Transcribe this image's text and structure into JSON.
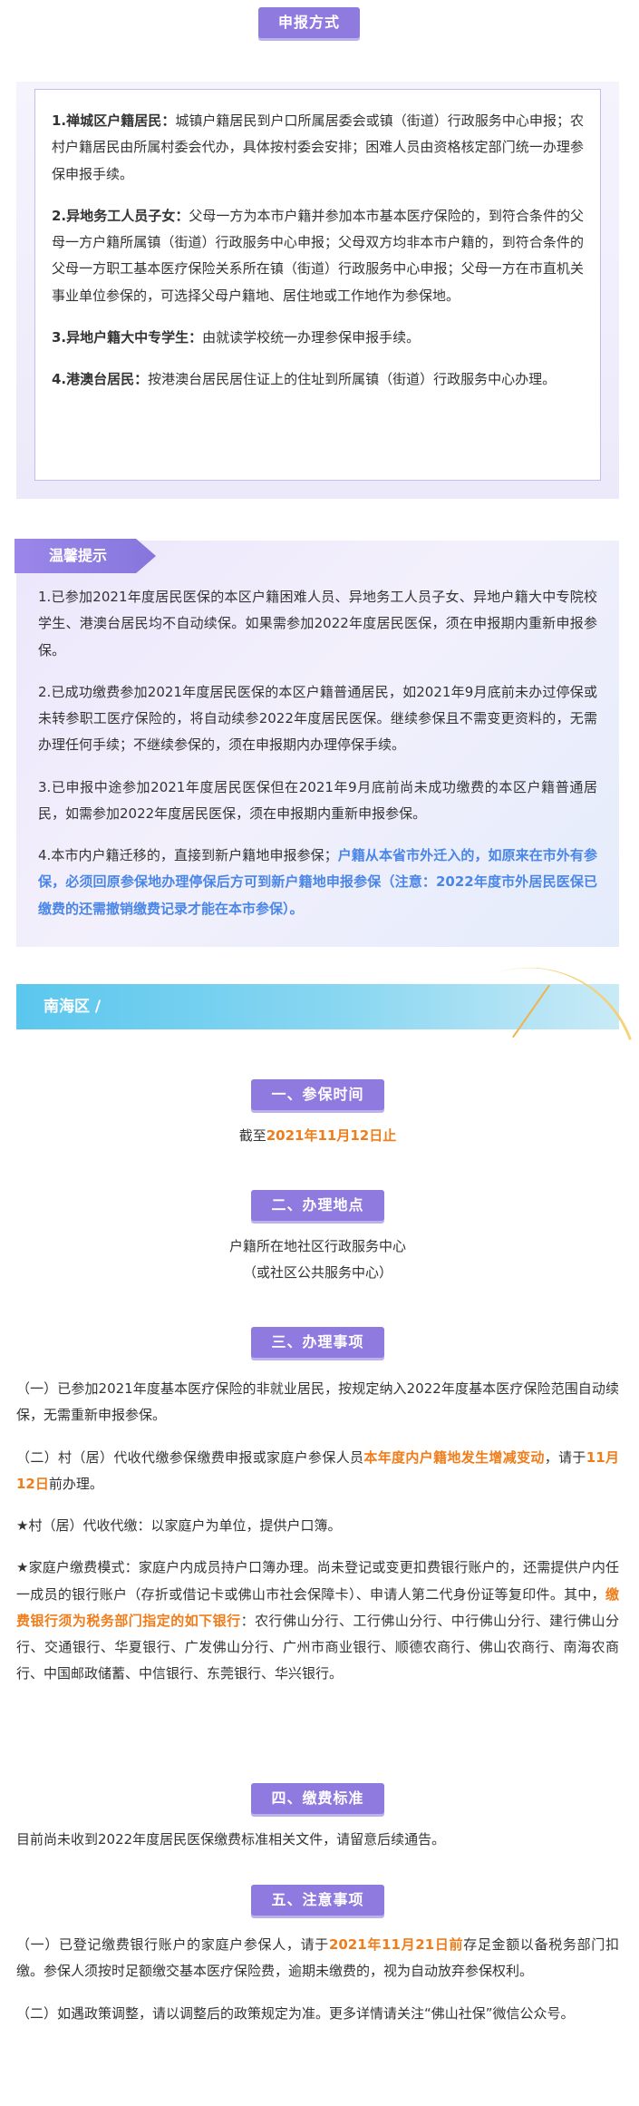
{
  "declare": {
    "title": "申报方式",
    "items": [
      {
        "label": "1.禅城区户籍居民：",
        "text": "城镇户籍居民到户口所属居委会或镇（街道）行政服务中心申报；农村户籍居民由所属村委会代办，具体按村委会安排；困难人员由资格核定部门统一办理参保申报手续。"
      },
      {
        "label": "2.异地务工人员子女：",
        "text": "父母一方为本市户籍并参加本市基本医疗保险的，到符合条件的父母一方户籍所属镇（街道）行政服务中心申报；父母双方均非本市户籍的，到符合条件的父母一方职工基本医疗保险关系所在镇（街道）行政服务中心申报；父母一方在市直机关事业单位参保的，可选择父母户籍地、居住地或工作地作为参保地。"
      },
      {
        "label": "3.异地户籍大中专学生：",
        "text": "由就读学校统一办理参保申报手续。"
      },
      {
        "label": "4.港澳台居民：",
        "text": "按港澳台居民居住证上的住址到所属镇（街道）行政服务中心办理。"
      }
    ]
  },
  "tips": {
    "title": "温馨提示",
    "p1": "1.已参加2021年度居民医保的本区户籍困难人员、异地务工人员子女、异地户籍大中专院校学生、港澳台居民均不自动续保。如果需参加2022年度居民医保，须在申报期内重新申报参保。",
    "p2": "2.已成功缴费参加2021年度居民医保的本区户籍普通居民，如2021年9月底前未办过停保或未转参职工医疗保险的，将自动续参2022年度居民医保。继续参保且不需变更资料的，无需办理任何手续；不继续参保的，须在申报期内办理停保手续。",
    "p3": "3.已申报中途参加2021年度居民医保但在2021年9月底前尚未成功缴费的本区户籍普通居民，如需参加2022年度居民医保，须在申报期内重新申报参保。",
    "p4_plain": "4.本市内户籍迁移的，直接到新户籍地申报参保；",
    "p4_blue": "户籍从本省市外迁入的，如原来在市外有参保，必须回原参保地办理停保后方可到新户籍地申报参保（注意：2022年度市外居民医保已缴费的还需撤销缴费记录才能在本市参保）。"
  },
  "area": {
    "name": "南海区 /"
  },
  "s1": {
    "title": "一、参保时间",
    "prefix": "截至",
    "date": "2021年11月12日止"
  },
  "s2": {
    "title": "二、办理地点",
    "line1": "户籍所在地社区行政服务中心",
    "line2": "（或社区公共服务中心）"
  },
  "s3": {
    "title": "三、办理事项",
    "p1": "（一）已参加2021年度基本医疗保险的非就业居民，按规定纳入2022年度基本医疗保险范围自动续保，无需重新申报参保。",
    "p2_a": "（二）村（居）代收代缴参保缴费申报或家庭户参保人员",
    "p2_hl": "本年度内户籍地发生增减变动",
    "p2_b": "，请于",
    "p2_date": "11月12日",
    "p2_c": "前办理。",
    "p3": "★村（居）代收代缴：以家庭户为单位，提供户口簿。",
    "p4_a": "★家庭户缴费模式：家庭户内成员持户口簿办理。尚未登记或变更扣费银行账户的，还需提供户内任一成员的银行账户（存折或借记卡或佛山市社会保障卡）、申请人第二代身份证等复印件。其中，",
    "p4_hl": "缴费银行须为税务部门指定的如下银行",
    "p4_b": "：农行佛山分行、工行佛山分行、中行佛山分行、建行佛山分行、交通银行、华夏银行、广发佛山分行、广州市商业银行、顺德农商行、佛山农商行、南海农商行、中国邮政储蓄、中信银行、东莞银行、华兴银行。"
  },
  "s4": {
    "title": "四、缴费标准",
    "p1": "目前尚未收到2022年度居民医保缴费标准相关文件，请留意后续通告。"
  },
  "s5": {
    "title": "五、注意事项",
    "p1_a": "（一）已登记缴费银行账户的家庭户参保人，请于",
    "p1_hl": "2021年11月21日前",
    "p1_b": "存足金额以备税务部门扣缴。参保人须按时足额缴交基本医疗保险费，逾期未缴费的，视为自动放弃参保权利。",
    "p2": "（二）如遇政策调整，请以调整后的政策规定为准。更多详情请关注“佛山社保”微信公众号。"
  },
  "colors": {
    "accent": "#8f7ae0",
    "highlight": "#f07d1a",
    "link_blue": "#4a86e8",
    "banner": "#5bc7ee"
  }
}
